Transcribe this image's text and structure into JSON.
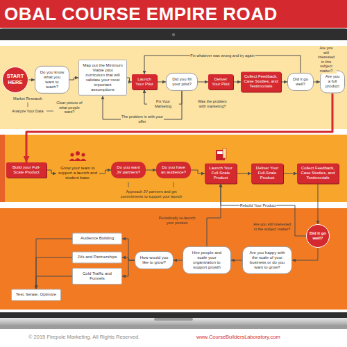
{
  "diagram": {
    "title": "OBAL COURSE EMPIRE ROAD",
    "nodes": [
      {
        "text": [
          "START HERE"
        ]
      },
      {
        "text": [
          "Do you know what you want to teach?"
        ]
      },
      {
        "text": [
          "Map out the Minimum Viable pilot curriculum that will validate your most important assumptions"
        ]
      },
      {
        "text": [
          "Launch Your Pilot"
        ]
      },
      {
        "text": [
          "Did you fill your pilot?"
        ]
      },
      {
        "text": [
          "Deliver Your Pilot"
        ]
      },
      {
        "text": [
          "Collect Feedback, Case Studies, and Testimonials"
        ]
      },
      {
        "text": [
          "Did it go well?"
        ]
      },
      {
        "text": [
          "Are you a full product"
        ]
      },
      {
        "text": [
          "Build your Full-Scale Product"
        ]
      },
      {
        "text": [
          "Grow your team to support a launch and student base."
        ]
      },
      {
        "text": [
          "Do you want JV partners?"
        ]
      },
      {
        "text": [
          "Do you have an audience?"
        ]
      },
      {
        "text": [
          "Launch Your Full-Scale Product"
        ]
      },
      {
        "text": [
          "Deliver Your Full-Scale Product"
        ]
      },
      {
        "text": [
          "Collect Feedback, Case Studies, and Testimonials"
        ]
      },
      {
        "text": [
          "Did it go well?"
        ]
      },
      {
        "text": [
          "Are you happy with the scale of your business or do you want to grow?"
        ]
      },
      {
        "text": [
          "Hire people and scale your organization to support growth"
        ]
      },
      {
        "text": [
          "How would you like to grow?"
        ]
      },
      {
        "text": [
          "Audience Building"
        ]
      },
      {
        "text": [
          "JVs and Partnerships"
        ]
      },
      {
        "text": [
          "Cold Traffic and Funnels"
        ]
      },
      {
        "text": [
          "Test, Iterate, Optimize"
        ]
      }
    ],
    "edges": [
      {
        "from": 0,
        "to": 1,
        "arrow": "to"
      },
      {
        "from": 1,
        "to": 2,
        "arrow": "to"
      },
      {
        "from": 2,
        "to": 3,
        "arrow": "to"
      },
      {
        "from": 3,
        "to": 4,
        "arrow": "to"
      },
      {
        "from": 4,
        "to": 5,
        "arrow": "to"
      },
      {
        "from": 5,
        "to": 6,
        "arrow": "to"
      },
      {
        "from": 6,
        "to": 7,
        "arrow": "to"
      },
      {
        "from": 7,
        "to": 8,
        "arrow": "to"
      },
      {
        "from": 4,
        "to": 3,
        "label": "Fix Your Marketing",
        "arrow": "to"
      },
      {
        "from": 4,
        "to": 2,
        "label": "The problem is with your offer",
        "arrow": "to"
      },
      {
        "from": 7,
        "to": 3,
        "label": "Fix whatever was wrong and try again",
        "arrow": "to"
      },
      {
        "from": 8,
        "to": 9,
        "arrow": "to"
      },
      {
        "from": 9,
        "to": 10,
        "arrow": "to"
      },
      {
        "from": 10,
        "to": 11,
        "arrow": "to"
      },
      {
        "from": 11,
        "to": 12,
        "arrow": "to"
      },
      {
        "from": 12,
        "to": 13,
        "arrow": "to"
      },
      {
        "from": 13,
        "to": 14,
        "arrow": "to"
      },
      {
        "from": 14,
        "to": 15,
        "arrow": "to"
      },
      {
        "from": 15,
        "to": 16,
        "arrow": "to"
      },
      {
        "from": 16,
        "to": 13,
        "label": "Rebuild Your Product",
        "arrow": "to"
      },
      {
        "from": 16,
        "to": 17,
        "arrow": "to"
      },
      {
        "from": 17,
        "to": 18,
        "arrow": "to"
      },
      {
        "from": 18,
        "to": 19,
        "arrow": "to"
      },
      {
        "from": 19,
        "to": 20,
        "arrow": "to"
      },
      {
        "from": 19,
        "to": 21,
        "arrow": "to"
      },
      {
        "from": 19,
        "to": 22,
        "arrow": "to"
      },
      {
        "from": 20,
        "to": 23,
        "arrow": "to"
      },
      {
        "from": 21,
        "to": 23,
        "arrow": "to"
      },
      {
        "from": 22,
        "to": 23,
        "arrow": "to"
      },
      {
        "from": 18,
        "to": 13,
        "arrow": "to"
      }
    ],
    "labels": [
      "Market Research",
      "Analyze Your Data",
      "Clear picture of what people want?",
      "Was the problem with marketing?",
      "Are you still interested in this subject matter?",
      "Approach JV partners and get commitments to support your launch",
      "Are you still interested in the subject matter?",
      "Periodically re-launch your product",
      "© 2015 Firepole Marketing. All Rights Reserved.",
      "www.CourseBuildersLaboratory.com"
    ]
  }
}
